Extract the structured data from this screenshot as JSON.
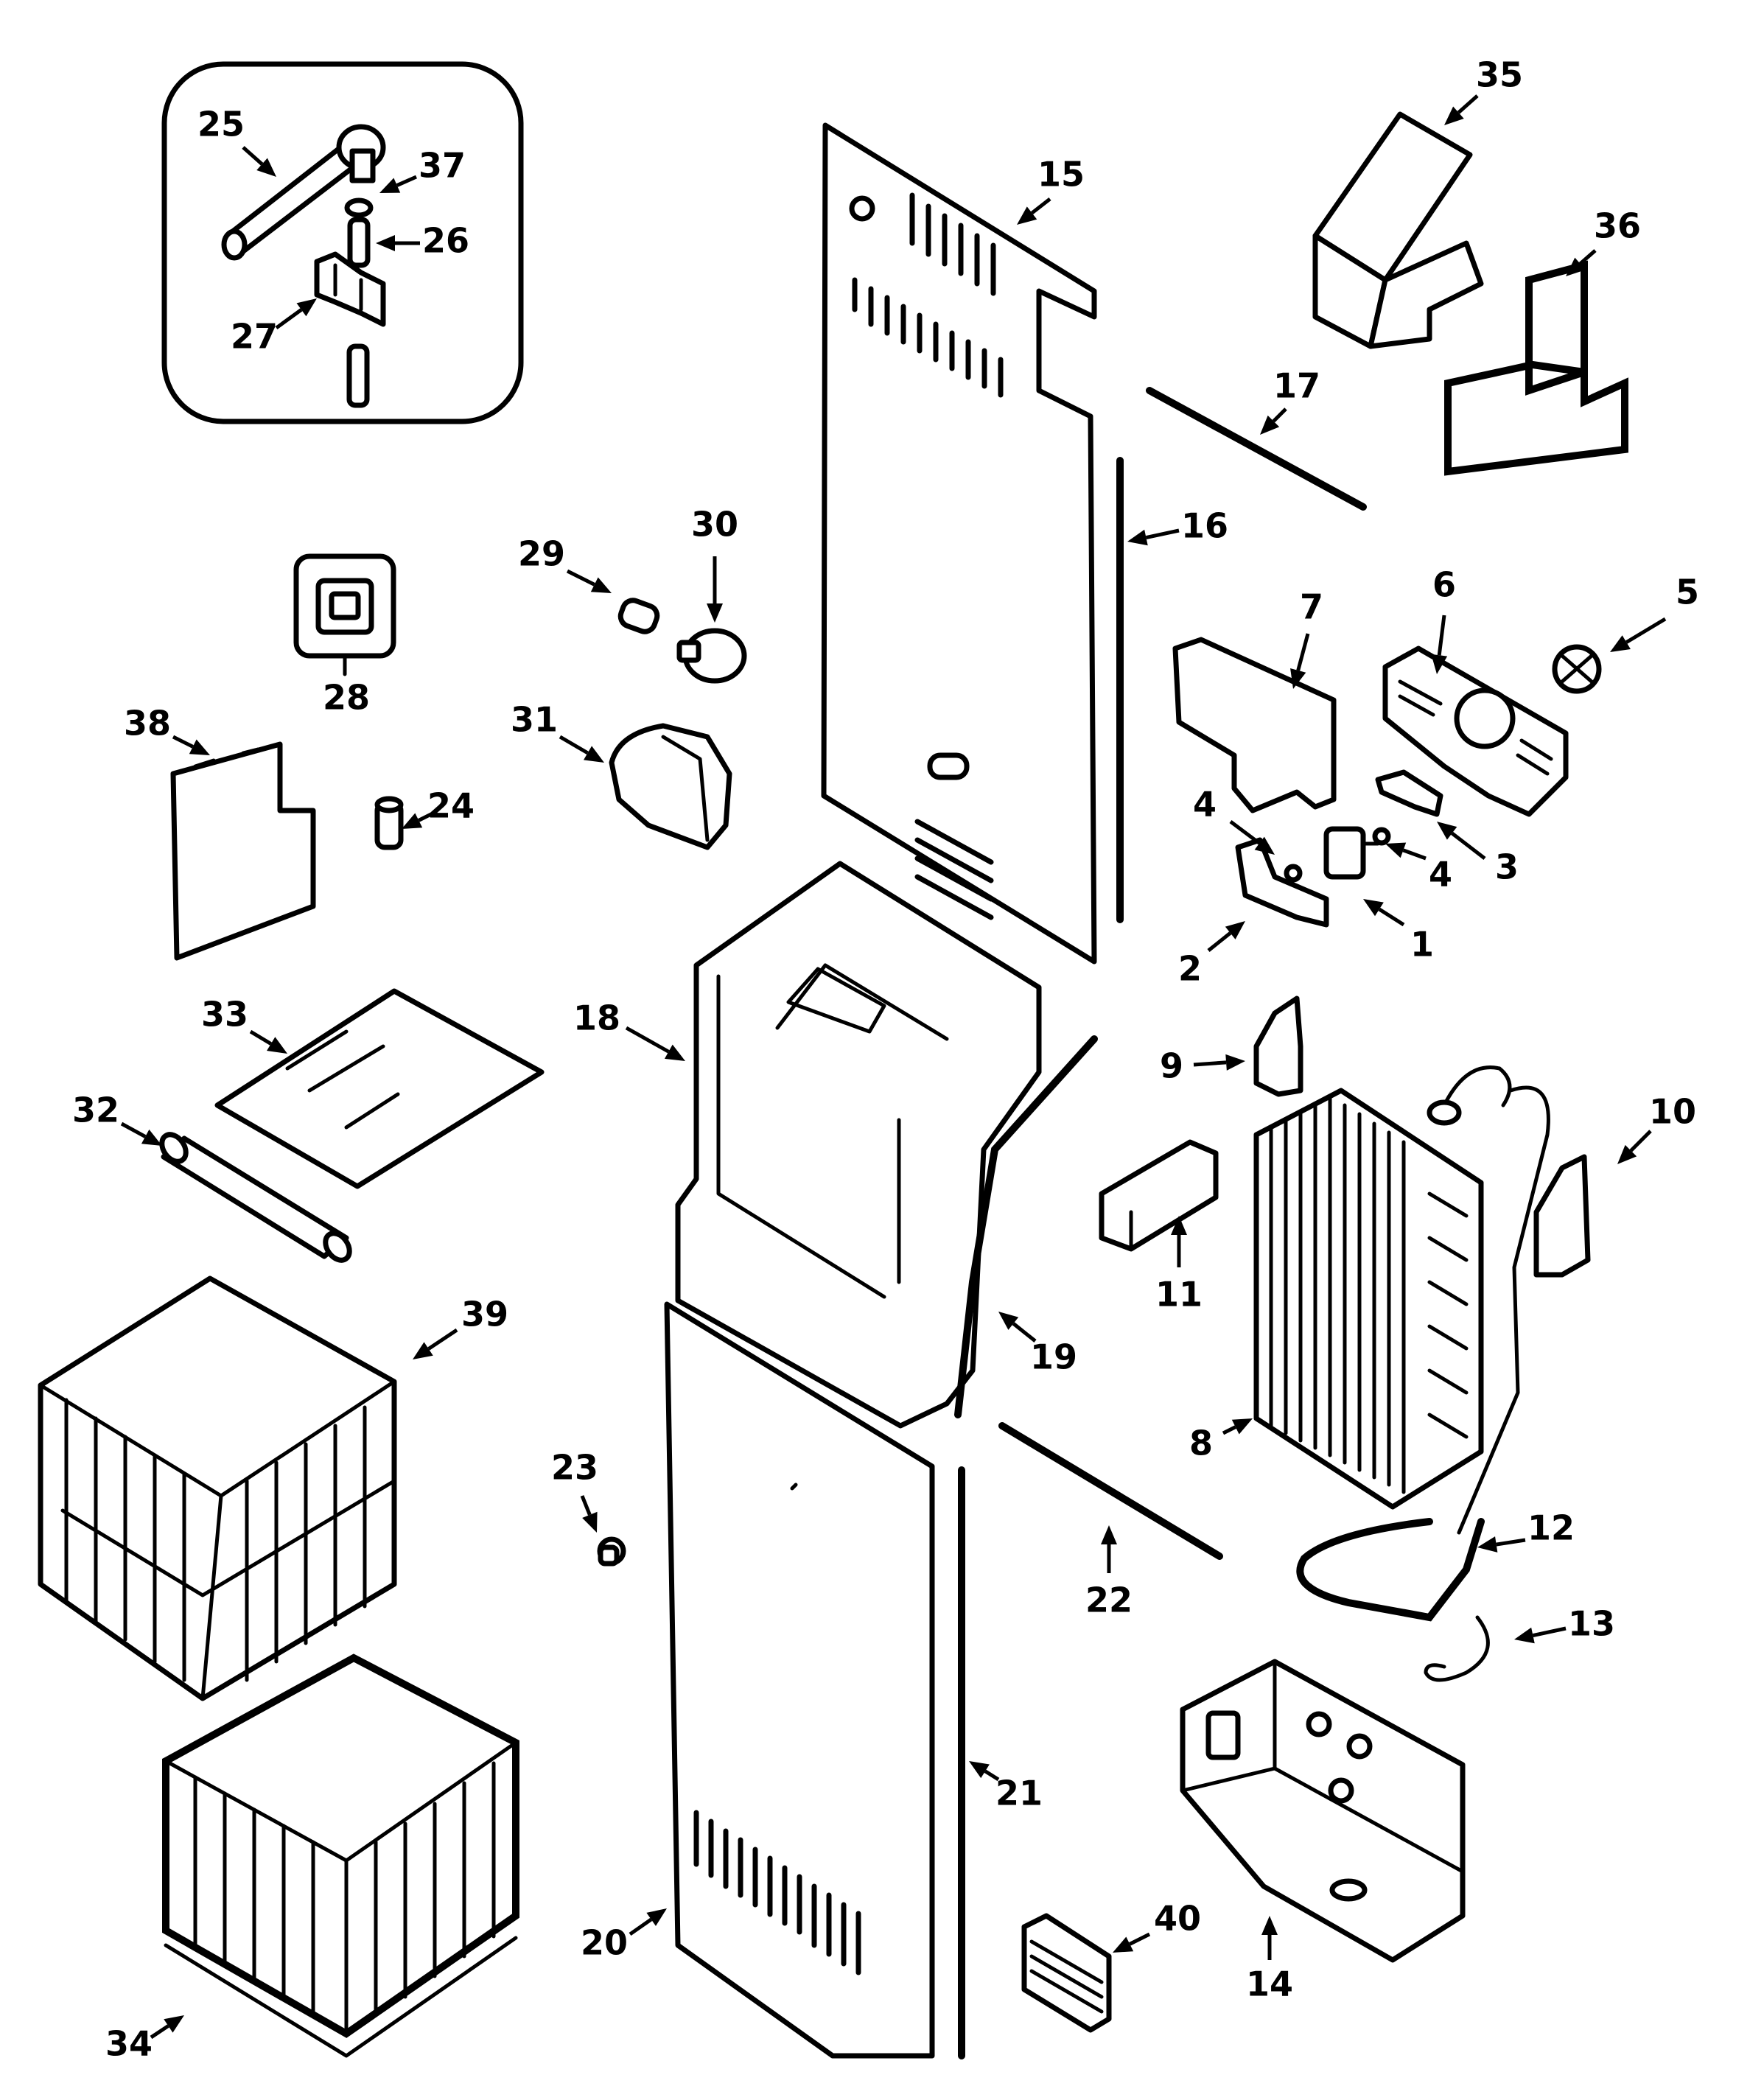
{
  "callouts": [
    "1",
    "2",
    "3",
    "4",
    "4",
    "5",
    "6",
    "7",
    "8",
    "9",
    "10",
    "11",
    "12",
    "13",
    "14",
    "15",
    "16",
    "17",
    "18",
    "19",
    "20",
    "21",
    "22",
    "23",
    "24",
    "25",
    "26",
    "27",
    "28",
    "29",
    "30",
    "31",
    "32",
    "33",
    "34",
    "35",
    "36",
    "37",
    "38",
    "39",
    "40"
  ]
}
